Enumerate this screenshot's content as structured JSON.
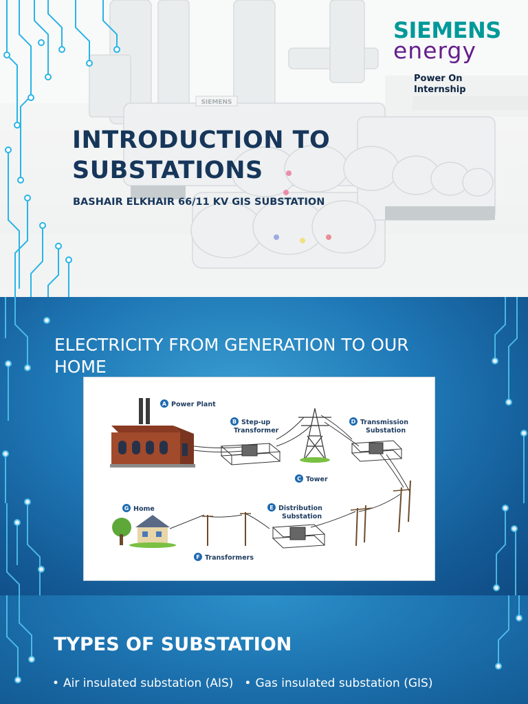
{
  "slide1": {
    "title_line1": "INTRODUCTION TO",
    "title_line2": "SUBSTATIONS",
    "subtitle": "BASHAIR ELKHAIR 66/11 KV GIS SUBSTATION",
    "brand_line1": "SIEMENS",
    "brand_line2": "energy",
    "tagline_line1": "Power On",
    "tagline_line2": "Internship",
    "equipment_label": "SIEMENS",
    "colors": {
      "title": "#16365a",
      "brand_teal": "#009999",
      "brand_purple": "#641e8c",
      "circuit": "#28b4e6"
    }
  },
  "slide2": {
    "title_line1": "ELECTRICITY FROM GENERATION TO OUR",
    "title_line2": "HOME",
    "diagram": {
      "labels": [
        {
          "letter": "A",
          "text": "Power Plant"
        },
        {
          "letter": "B",
          "text_line1": "Step-up",
          "text_line2": "Transformer"
        },
        {
          "letter": "C",
          "text": "Tower"
        },
        {
          "letter": "D",
          "text_line1": "Transmission",
          "text_line2": "Substation"
        },
        {
          "letter": "E",
          "text_line1": "Distribution",
          "text_line2": "Substation"
        },
        {
          "letter": "F",
          "text": "Transformers"
        },
        {
          "letter": "G",
          "text": "Home"
        }
      ]
    }
  },
  "slide3": {
    "title": "TYPES OF SUBSTATION",
    "bullets": [
      "Air insulated substation (AIS)",
      "Gas insulated substation (GIS)"
    ]
  }
}
